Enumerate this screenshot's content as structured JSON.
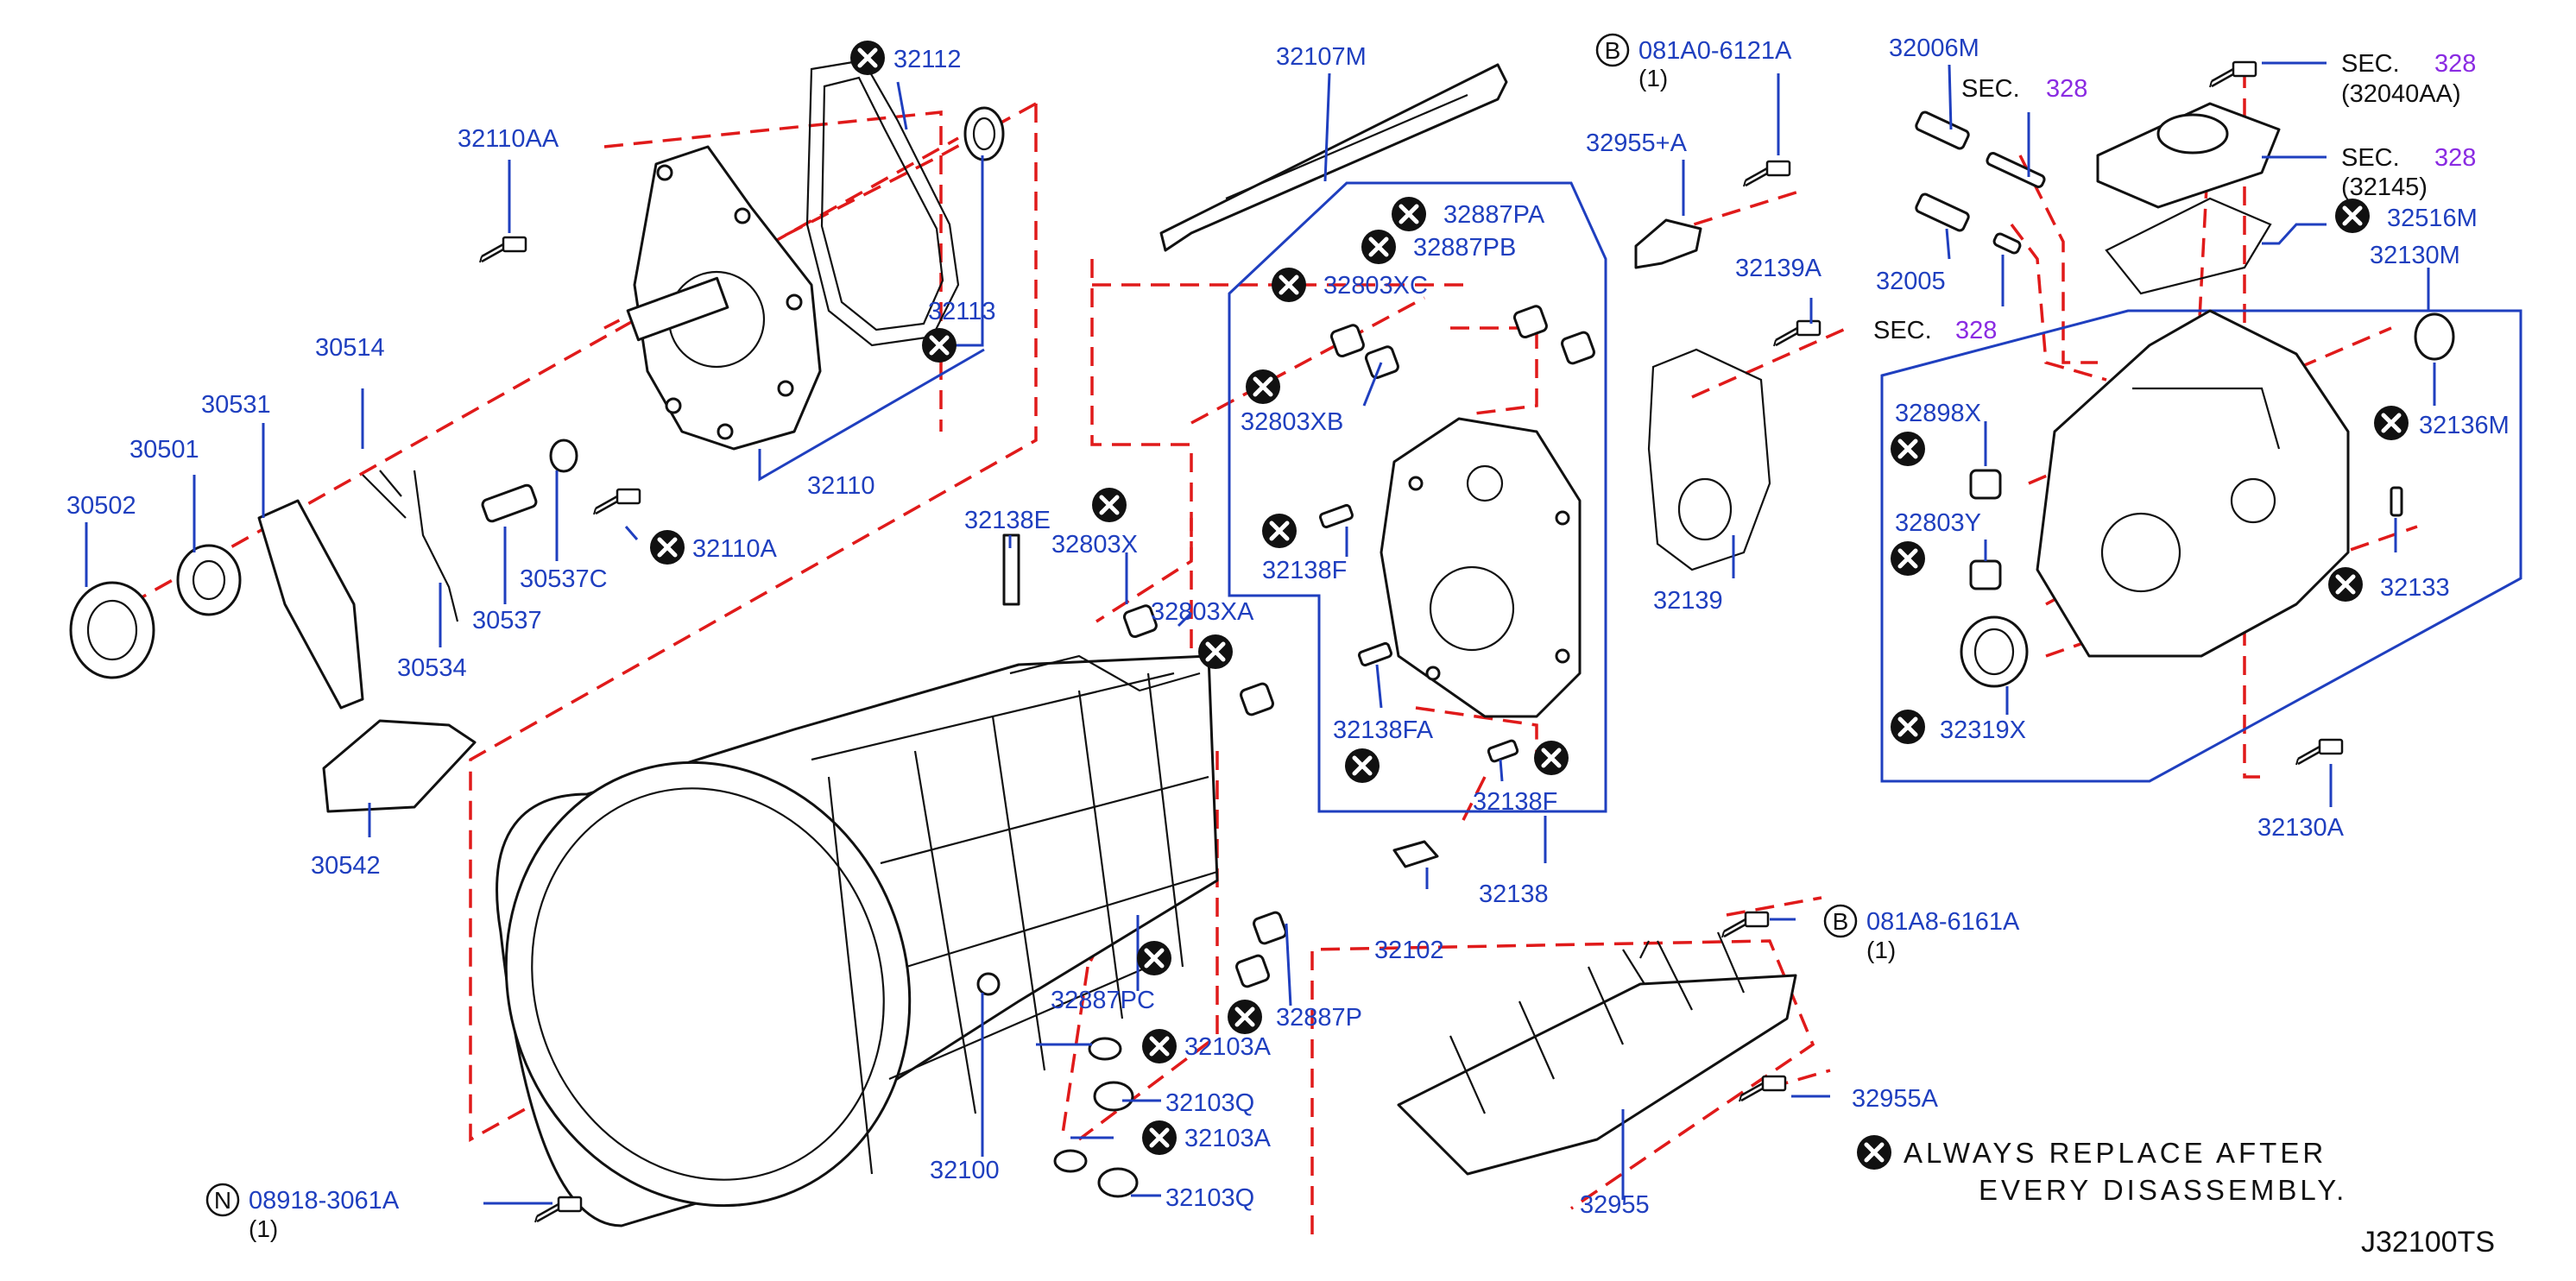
{
  "diagram": {
    "labels": {
      "p32112": "32112",
      "p32110AA": "32110AA",
      "p32113": "32113",
      "p32110": "32110",
      "p30514": "30514",
      "p30531": "30531",
      "p30501": "30501",
      "p30502": "30502",
      "p30537C": "30537C",
      "p30537": "30537",
      "p32110A": "32110A",
      "p30534": "30534",
      "p30542": "30542",
      "p32107M": "32107M",
      "p081A0_6121A": "081A0-6121A",
      "p081A0_qty": "(1)",
      "p32955A_plus": "32955+A",
      "p32887PA": "32887PA",
      "p32887PB": "32887PB",
      "p32803XC": "32803XC",
      "p32803XB": "32803XB",
      "p32139A": "32139A",
      "p32139": "32139",
      "p32138F_1": "32138F",
      "p32138FA": "32138FA",
      "p32138F_2": "32138F",
      "p32138": "32138",
      "p32102": "32102",
      "p32138E": "32138E",
      "p32803X": "32803X",
      "p32803XA": "32803XA",
      "p32100": "32100",
      "p32887PC": "32887PC",
      "p32887P": "32887P",
      "p32103A_1": "32103A",
      "p32103Q_1": "32103Q",
      "p32103A_2": "32103A",
      "p32103Q_2": "32103Q",
      "p08918": "08918-3061A",
      "p08918_qty": "(1)",
      "p081A8": "081A8-6161A",
      "p081A8_qty": "(1)",
      "p32955A": "32955A",
      "p32955": "32955",
      "p32006M": "32006M",
      "p32005": "32005",
      "p32516M": "32516M",
      "p32130M": "32130M",
      "p32898X": "32898X",
      "p32803Y": "32803Y",
      "p32319X": "32319X",
      "p32136M": "32136M",
      "p32133": "32133",
      "p32130A": "32130A"
    },
    "sections": {
      "sec_word": "SEC.",
      "sec_num": "328",
      "ref_32040AA": "(32040AA)",
      "ref_32145": "(32145)"
    },
    "markers": {
      "b": "B",
      "n": "N"
    },
    "legend": {
      "line1": "ALWAYS REPLACE AFTER",
      "line2": "EVERY DISASSEMBLY."
    },
    "diagram_code": "J32100TS",
    "colors": {
      "label_blue": "#1f3fbf",
      "dash_red": "#e01a1a",
      "section_purple": "#8a2be2",
      "ink": "#111111"
    }
  }
}
